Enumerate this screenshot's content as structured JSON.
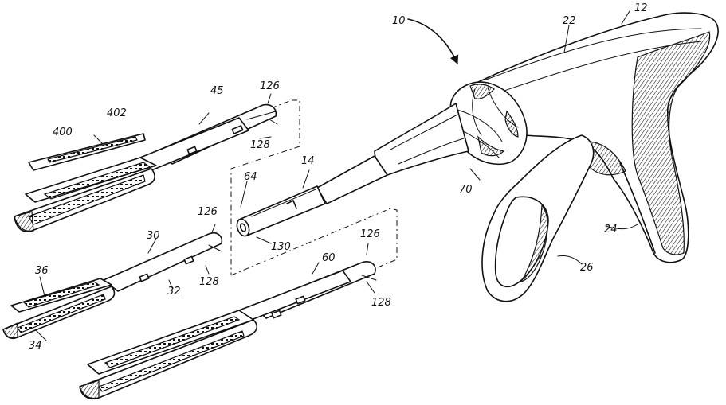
{
  "labels": {
    "instrument": "10",
    "handle_top": "12",
    "handle_body": "22",
    "fixed_grip": "24",
    "movable_trigger": "26",
    "rotation_knob": "70",
    "shaft": "14",
    "shaft_bore": "64",
    "shaft_end": "130",
    "cartridge_upper": "45",
    "cartridge_upper_tab": "126",
    "cartridge_upper_pin": "128",
    "staple_strip": "400",
    "strip_cover": "402",
    "cartridge_middle": "30",
    "middle_tab": "126",
    "middle_pin": "128",
    "middle_slot": "32",
    "middle_jaw_top": "36",
    "middle_jaw_bottom": "34",
    "cartridge_lower": "60",
    "lower_tab": "126",
    "lower_pin": "128"
  }
}
